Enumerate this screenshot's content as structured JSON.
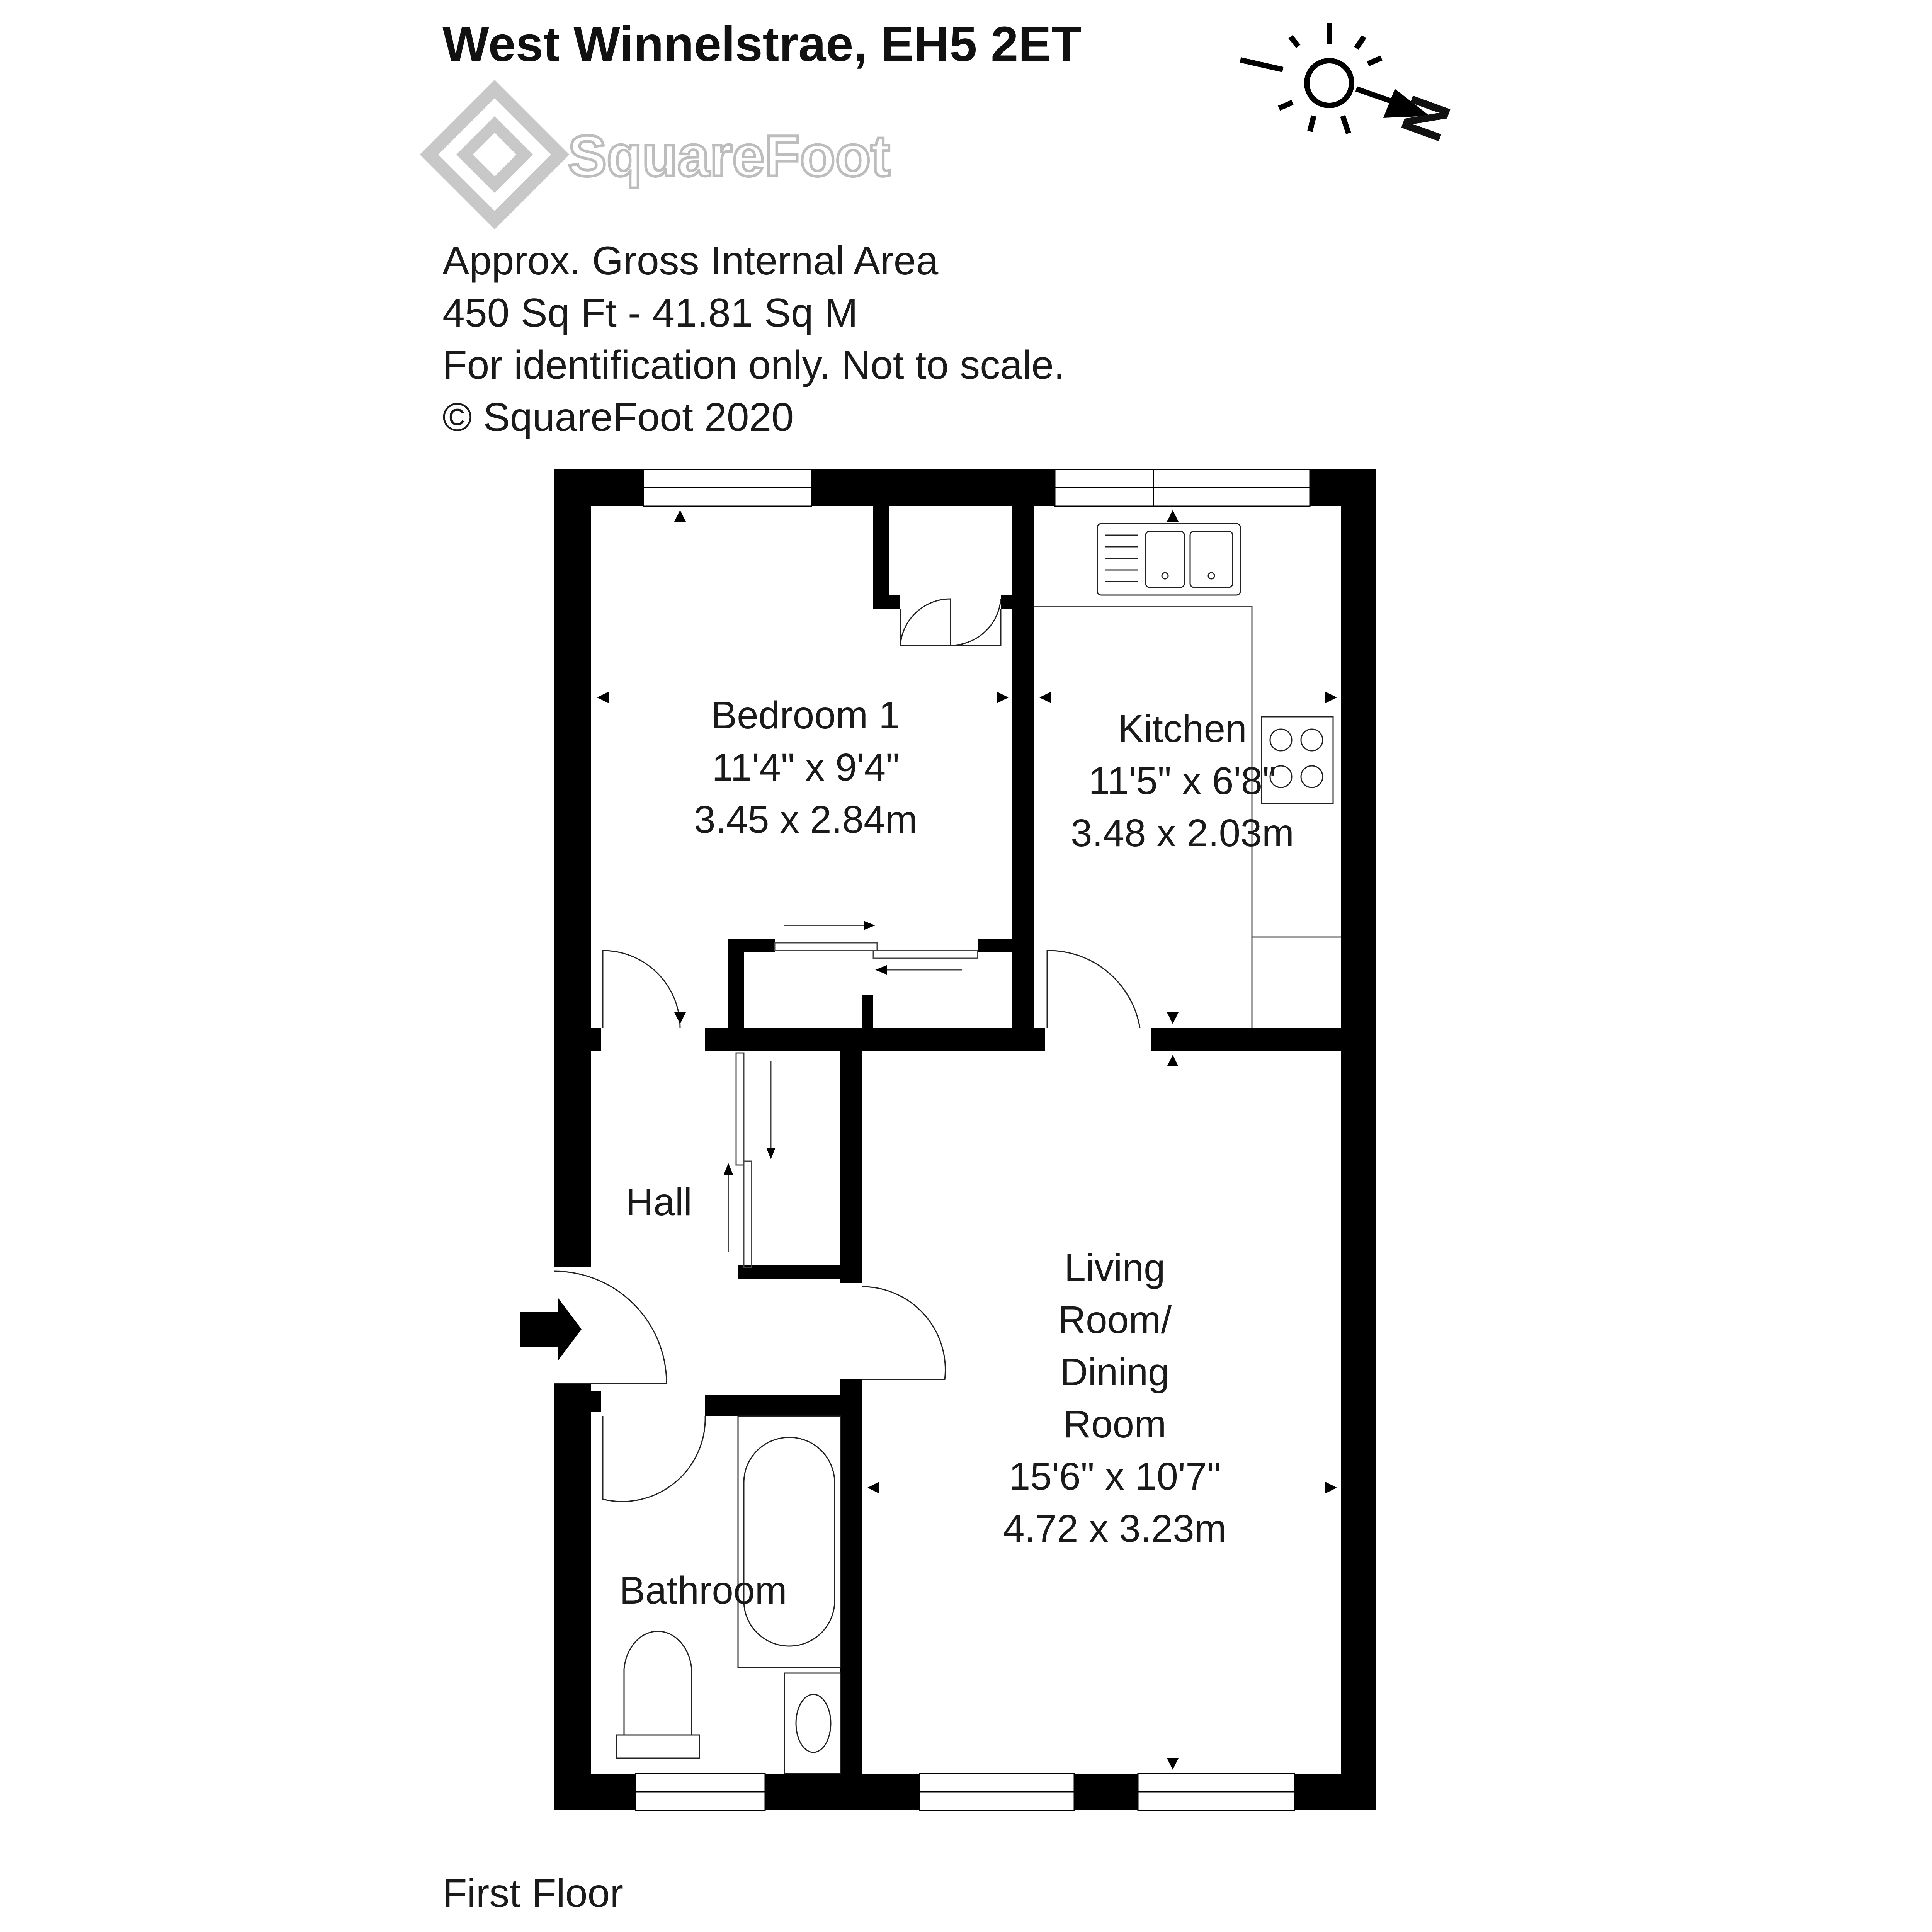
{
  "title": "West Winnelstrae, EH5 2ET",
  "logo": {
    "brand": "SquareFoot",
    "color": "#c8c8c8"
  },
  "info": {
    "line1": "Approx. Gross Internal Area",
    "line2": "450 Sq Ft  -  41.81 Sq M",
    "line3": "For identification only. Not to scale.",
    "line4": "© SquareFoot 2020"
  },
  "compass": {
    "letter": "N",
    "icon": "sun-icon"
  },
  "rooms": {
    "bedroom": {
      "name": "Bedroom 1",
      "imperial": "11'4\" x 9'4\"",
      "metric": "3.45 x 2.84m"
    },
    "kitchen": {
      "name": "Kitchen",
      "imperial": "11'5\" x 6'8\"",
      "metric": "3.48 x 2.03m"
    },
    "hall": {
      "name": "Hall"
    },
    "bathroom": {
      "name": "Bathroom"
    },
    "living": {
      "name_line1": "Living",
      "name_line2": "Room/",
      "name_line3": "Dining",
      "name_line4": "Room",
      "imperial": "15'6\" x 10'7\"",
      "metric": "4.72 x 3.23m"
    }
  },
  "floor_label": "First Floor",
  "colors": {
    "wall": "#000000",
    "text": "#1a1a1a",
    "logo": "#c8c8c8"
  }
}
